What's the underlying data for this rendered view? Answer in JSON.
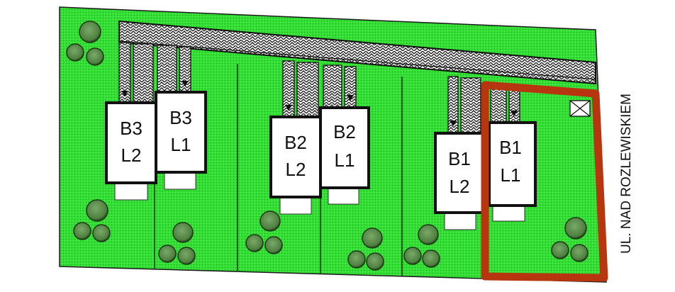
{
  "street_name": "UL. NAD ROZLEWISKIEM",
  "colors": {
    "grass": "#33dd33",
    "highlight": "#b8360f",
    "tree": "#5a8a4a"
  },
  "houses": [
    {
      "building": "B3",
      "unit": "L2"
    },
    {
      "building": "B3",
      "unit": "L1"
    },
    {
      "building": "B2",
      "unit": "L2"
    },
    {
      "building": "B2",
      "unit": "L1"
    },
    {
      "building": "B1",
      "unit": "L2"
    },
    {
      "building": "B1",
      "unit": "L1"
    }
  ],
  "highlighted_unit": "B1 L1"
}
